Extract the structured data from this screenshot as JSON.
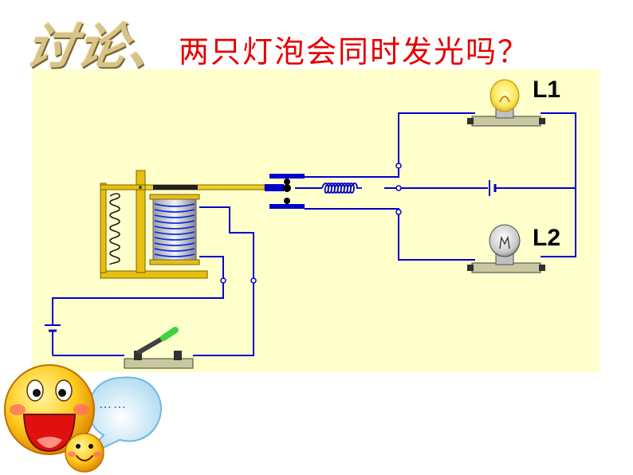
{
  "heading": {
    "tag": "讨论、",
    "question": "两只灯泡会同时发光吗？"
  },
  "circuit": {
    "lamp1_label": "L1",
    "lamp2_label": "L2",
    "wire_color": "#0000cc",
    "yoke_color": "#e6c010",
    "contact_color": "#0000cc",
    "lamp1_state": "lit",
    "lamp2_state": "off"
  },
  "speech_bubble": {
    "text": "……"
  },
  "icons": [
    "relay-icon",
    "battery-icon",
    "switch-icon",
    "bulb-icon",
    "smiley-icon",
    "speech-bubble-icon"
  ]
}
